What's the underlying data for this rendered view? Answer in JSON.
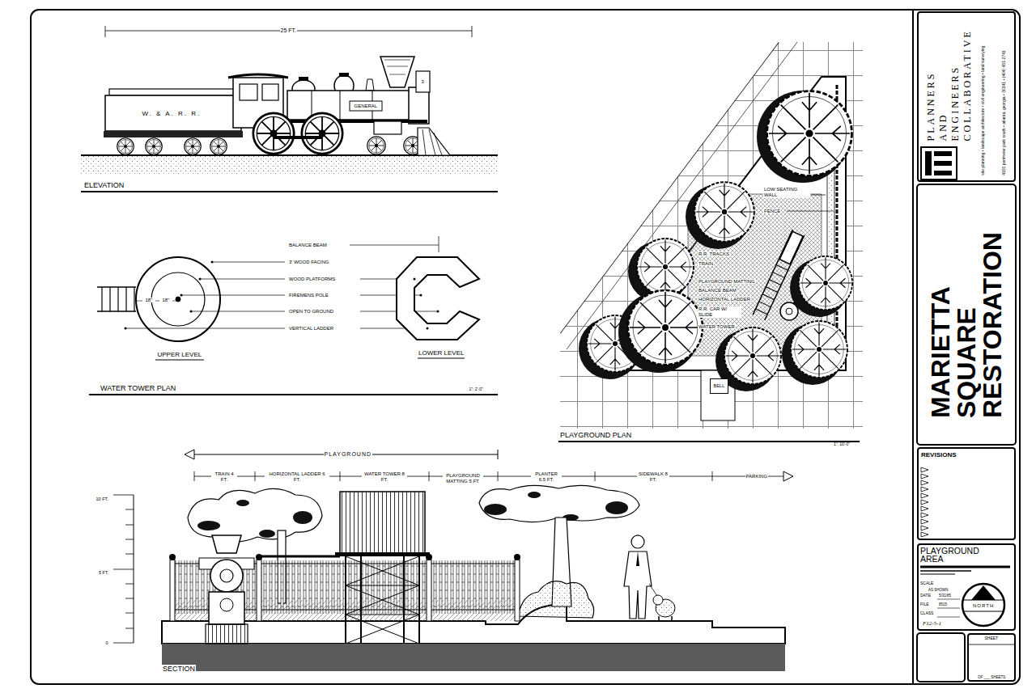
{
  "diagram": {
    "title": "MARIETTA SQUARE RESTORATION",
    "nodes": [
      {
        "text": [
          "PLANNERS AND ENGINEERS COLLABORATIVE",
          "site planning • landscape architecture • civil engineering • land surveying",
          "4100 perimeter park south • atlanta, georgia • 30341 • (404) 451-2741"
        ]
      },
      {
        "text": [
          "REVISIONS"
        ]
      },
      {
        "text": [
          "PLAYGROUND AREA",
          "SCALE",
          "AS SHOWN",
          "DATE",
          "5/31/85",
          "FILE",
          "8515",
          "CLASS",
          "F12-5-1",
          "NORTH"
        ]
      },
      {
        "text": [
          "SHEET",
          "OF ___ SHEETS"
        ]
      },
      {
        "text": [
          "BELL"
        ]
      }
    ],
    "labels": [
      "25 FT.",
      "W. & A. R. R.",
      "GENERAL",
      "3",
      "ELEVATION",
      "BALANCE BEAM",
      "3' WOOD FACING",
      "WOOD PLATFORMS",
      "FIREMENS POLE",
      "OPEN TO GROUND",
      "VERTICAL LADDER",
      "18\"",
      "18\"",
      "UPPER LEVEL",
      "LOWER LEVEL",
      "WATER TOWER PLAN",
      "1\": 2'-0\"",
      "LOW SEATING WALL",
      "FENCE",
      "R.R. TRACKS",
      "TRAIN",
      "PLAYGROUND MATTING",
      "BALANCE BEAM",
      "HORIZONTAL LADDER",
      "R.R. CAR W/ SLIDE",
      "WATER TOWER",
      "PLAYGROUND PLAN",
      "1\": 10'-0\"",
      "PLAYGROUND",
      "TRAIN 4 FT.",
      "HORIZONTAL LADDER 6 FT.",
      "WATER TOWER 8 FT.",
      "PLAYGROUND MATTING 5 FT.",
      "PLANTER 6.5 FT.",
      "SIDEWALK 8 FT.",
      "PARKING",
      "10 FT.",
      "5 FT.",
      "0",
      "SECTION"
    ]
  }
}
